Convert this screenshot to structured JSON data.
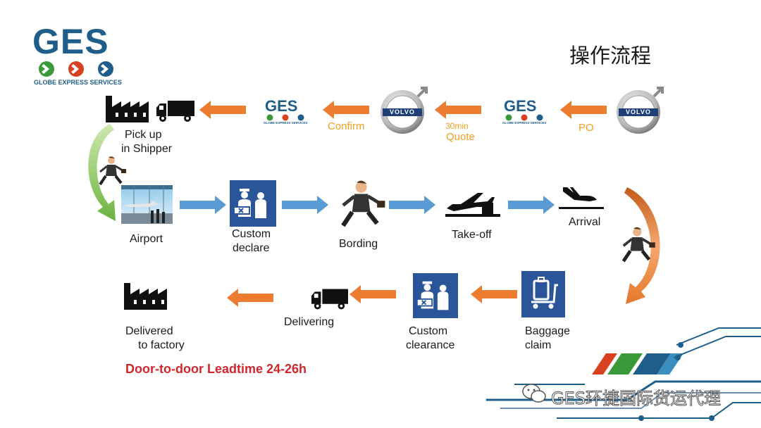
{
  "header": {
    "title": "操作流程"
  },
  "logo": {
    "name": "GES",
    "tagline": "GLOBE EXPRESS SERVICES"
  },
  "top_row": {
    "pickup": "Pick up",
    "pickup2": "in Shipper",
    "confirm": "Confirm",
    "quote_30": "30min",
    "quote": "Quote",
    "po": "PO"
  },
  "middle_row": {
    "airport": "Airport",
    "custom_declare_1": "Custom",
    "custom_declare_2": "declare",
    "bording": "Bording",
    "takeoff": "Take-off",
    "arrival": "Arrival"
  },
  "bottom_row": {
    "delivered_1": "Delivered",
    "delivered_2": "to factory",
    "delivering": "Delivering",
    "custom_clear_1": "Custom",
    "custom_clear_2": "clearance",
    "baggage_1": "Baggage",
    "baggage_2": "claim"
  },
  "footer": {
    "leadtime": "Door-to-door  Leadtime 24-26h",
    "watermark": "GES环捷国际货运代理"
  },
  "volvo": {
    "brand": "VOLVO"
  },
  "colors": {
    "orange_arrow": "#ec7c30",
    "blue_arrow": "#5b9bd5",
    "ges_blue": "#1f5d8a",
    "ges_green": "#3a9a3a",
    "ges_red": "#d9401f",
    "icon_box": "#2a5599",
    "leadtime_red": "#d0272d"
  }
}
